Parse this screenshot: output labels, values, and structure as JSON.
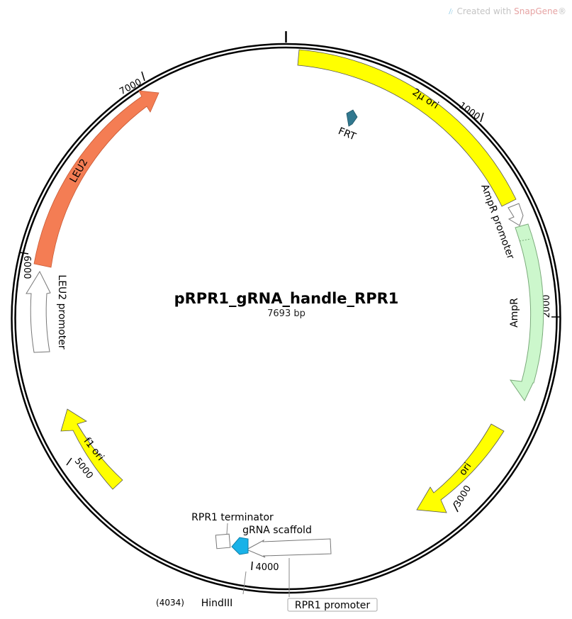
{
  "brand": {
    "prefix": "Created with ",
    "name": "SnapGene",
    "suffix": "®"
  },
  "plasmid": {
    "name": "pRPR1_gRNA_handle_RPR1",
    "length_label": "7693 bp",
    "length_bp": 7693
  },
  "ticks": [
    {
      "bp": 1000,
      "label": "1000"
    },
    {
      "bp": 2000,
      "label": "2000"
    },
    {
      "bp": 3000,
      "label": "3000"
    },
    {
      "bp": 4000,
      "label": "4000"
    },
    {
      "bp": 5000,
      "label": "5000"
    },
    {
      "bp": 6000,
      "label": "6000"
    },
    {
      "bp": 7000,
      "label": "7000"
    }
  ],
  "features": [
    {
      "name": "2μ ori",
      "type": "rep_origin",
      "color": "#ffff00"
    },
    {
      "name": "FRT",
      "type": "misc",
      "color": "#31788f"
    },
    {
      "name": "AmpR promoter",
      "type": "promoter",
      "color": "#ffffff"
    },
    {
      "name": "AmpR",
      "type": "cds",
      "color": "#ccf7cc"
    },
    {
      "name": "ori",
      "type": "rep_origin",
      "color": "#ffff00"
    },
    {
      "name": "RPR1 promoter",
      "type": "promoter",
      "color": "#ffffff"
    },
    {
      "name": "gRNA scaffold",
      "type": "misc_rna",
      "color": "#19b2e8"
    },
    {
      "name": "RPR1 terminator",
      "type": "terminator",
      "color": "#ffffff"
    },
    {
      "name": "f1 ori",
      "type": "rep_origin",
      "color": "#ffff00"
    },
    {
      "name": "LEU2 promoter",
      "type": "promoter",
      "color": "#ffffff"
    },
    {
      "name": "LEU2",
      "type": "cds",
      "color": "#f47d54"
    }
  ],
  "sites": [
    {
      "position_label": "(4034)",
      "enzyme": "HindIII"
    }
  ]
}
